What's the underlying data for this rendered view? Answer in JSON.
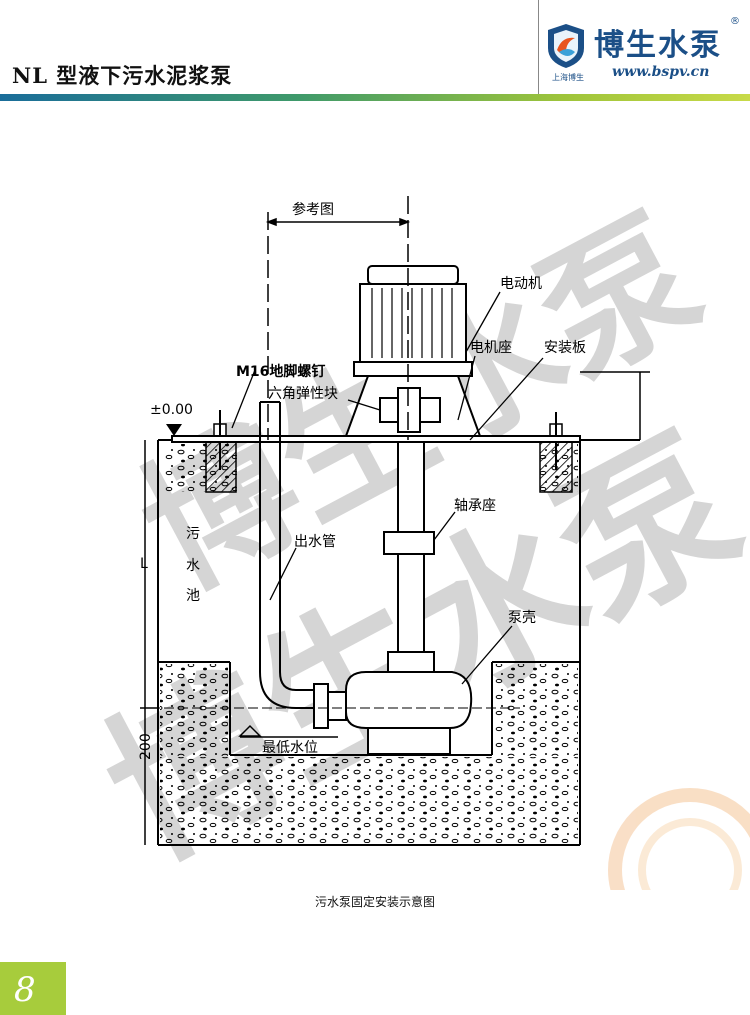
{
  "header": {
    "title": "NL 型液下污水泥浆泵",
    "logo": {
      "brand": "博生水泵",
      "registered": "®",
      "url": "www.bspv.cn",
      "sub": "上海博生"
    }
  },
  "watermark": {
    "text": "博生水泵"
  },
  "diagram": {
    "labels": {
      "reference": "参考图",
      "motor": "电动机",
      "motor_seat": "电机座",
      "mount_plate": "安装板",
      "bolt": "M16地脚螺钉",
      "coupling": "六角弹性块",
      "level_mark": "±0.00",
      "pool_1": "污",
      "pool_2": "水",
      "pool_3": "池",
      "outlet": "出水管",
      "bearing": "轴承座",
      "casing": "泵壳",
      "min_level": "最低水位",
      "dim_l": "L",
      "dim_200": "200"
    }
  },
  "caption": "污水泵固定安装示意图",
  "page_number": "8"
}
